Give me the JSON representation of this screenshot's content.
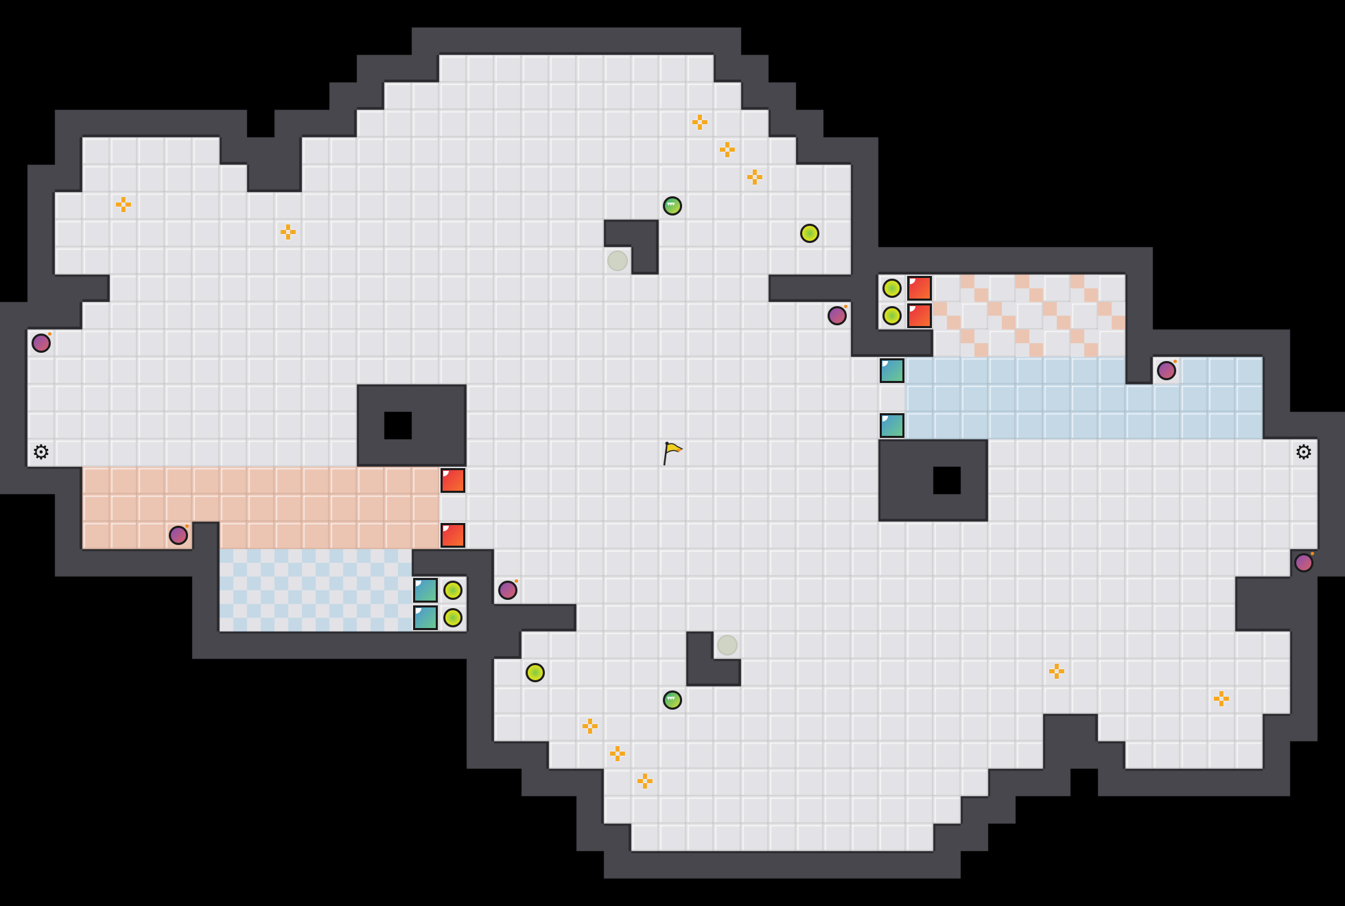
{
  "title": "Puzzle level map",
  "colors": {
    "background": "#000000",
    "wall": "#47474d",
    "wall_edge": "#2a2a2e",
    "floor": "#e3e3e7",
    "salmon_zone": "#ecc4b2",
    "blue_zone": "#c4d8e6"
  },
  "entities": {
    "star_marker": {
      "icon": "crosshair-star-icon",
      "glyph": "✜",
      "count": 10
    },
    "green_ball": {
      "icon": "green-shell-ball-icon",
      "count": 2
    },
    "yellow_ball": {
      "icon": "yellow-ball-icon",
      "count": 6
    },
    "ghost_circle": {
      "icon": "ghost-circle-icon",
      "count": 2
    },
    "bomb": {
      "icon": "bomb-icon",
      "count": 6
    },
    "red_block": {
      "icon": "red-block-icon",
      "count": 4
    },
    "blue_block": {
      "icon": "blue-block-icon",
      "count": 4
    },
    "gear": {
      "icon": "gear-icon",
      "glyph": "⚙",
      "count": 2
    },
    "goal_flag": {
      "icon": "flag-icon",
      "count": 1
    }
  }
}
